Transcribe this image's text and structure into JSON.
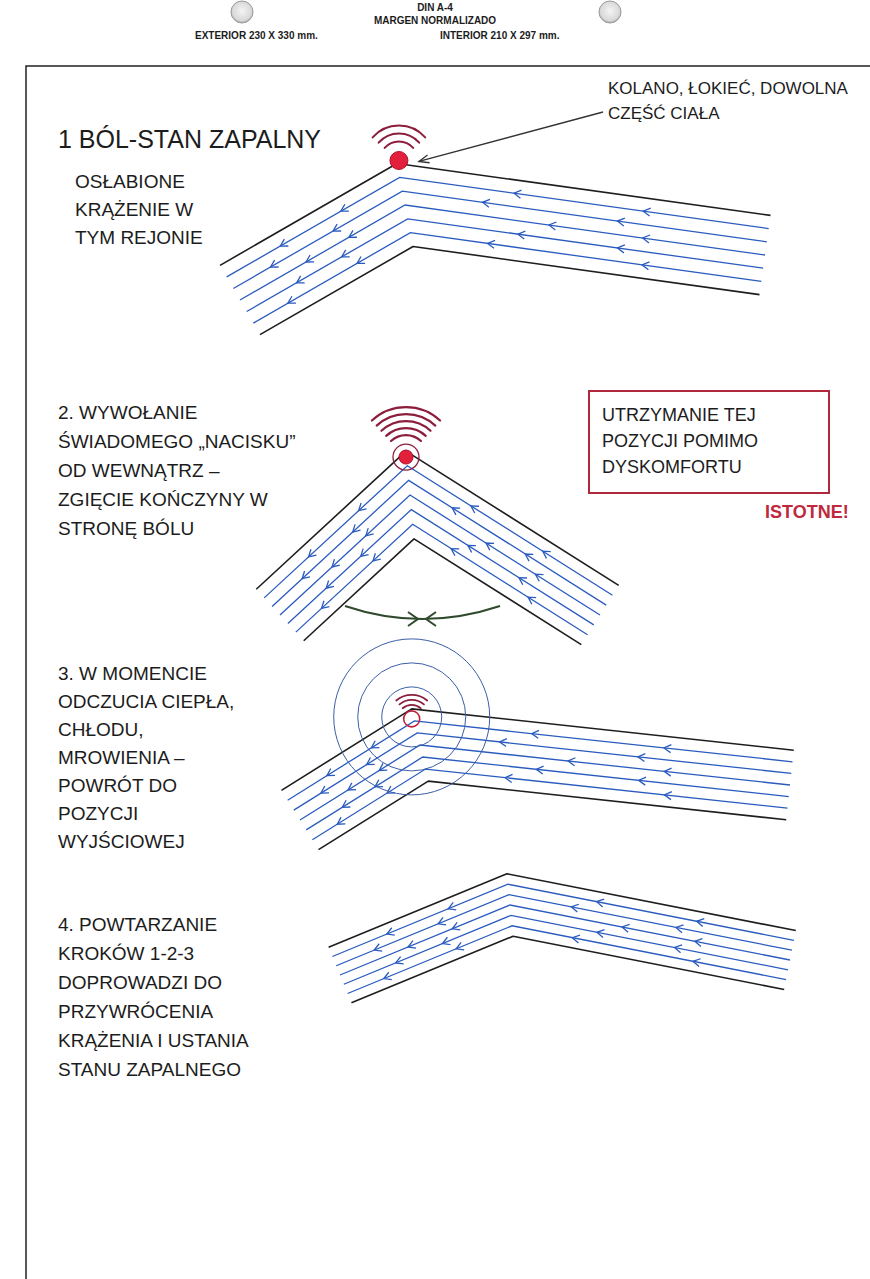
{
  "diagram": {
    "nodes": [
      {
        "text": [
          "UTRZYMANIE TEJ POZYCJI POMIMO DYSKOMFORTU"
        ]
      }
    ],
    "labels": [
      "DIN A-4",
      "MARGEN NORMALIZADO",
      "EXTERIOR 230 X 330 mm.",
      "INTERIOR 210 X 297 mm.",
      "KOLANO, ŁOKIEĆ, DOWOLNA CZĘŚĆ CIAŁA",
      "1 BÓL-STAN ZAPALNY",
      "OSŁABIONE KRĄŻENIE W TYM REJONIE",
      "2. WYWOŁANIE ŚWIADOMEGO „NACISKU” OD WEWNĄTRZ – ZGIĘCIE KOŃCZYNY W STRONĘ BÓLU",
      "ISTOTNE!",
      "3. W MOMENCIE ODCZUCIA CIEPŁA, CHŁODU, MROWIENIA – POWRÓT DO POZYCJI WYJŚCIOWEJ",
      "4. POWTARZANIE KROKÓW 1-2-3 DOPROWADZI DO PRZYWRÓCENIA KRĄŻENIA I USTANIA STANU ZAPALNEGO"
    ]
  }
}
